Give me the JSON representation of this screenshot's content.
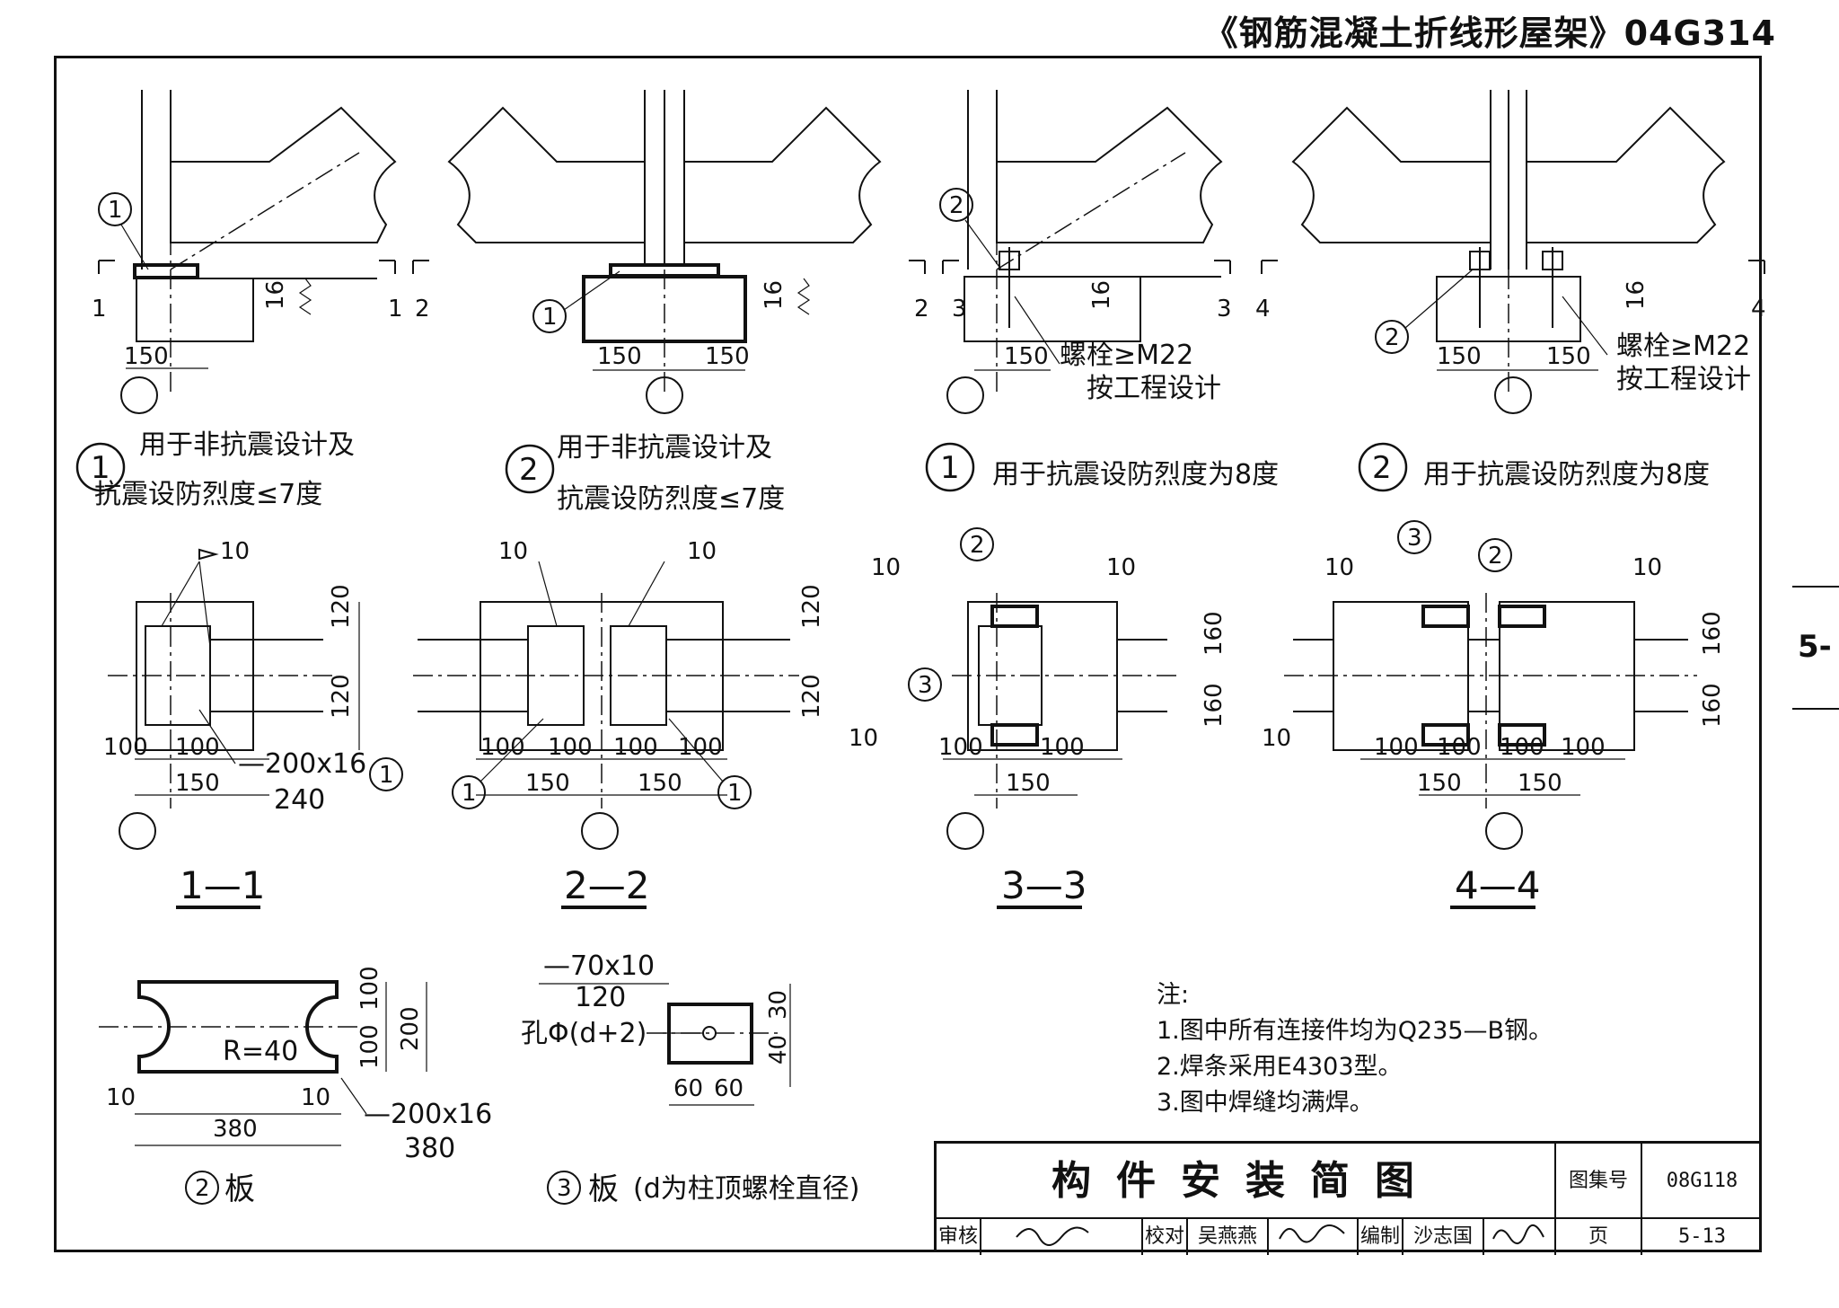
{
  "header": {
    "sheet_title": "《钢筋混凝土折线形屋架》04G314"
  },
  "side_tab": {
    "label": "5-"
  },
  "details": {
    "d1": {
      "num": "1",
      "caption_l1": "用于非抗震设计及",
      "caption_l2": "抗震设防烈度≤7度",
      "cut": "1",
      "dim150": "150",
      "dim16": "16",
      "callout": "1"
    },
    "d2": {
      "num": "2",
      "caption_l1": "用于非抗震设计及",
      "caption_l2": "抗震设防烈度≤7度",
      "cut": "2",
      "dim150a": "150",
      "dim150b": "150",
      "dim16": "16",
      "callout": "1"
    },
    "d3": {
      "num": "1",
      "caption": "用于抗震设防烈度为8度",
      "cut": "3",
      "dim150": "150",
      "dim16": "16",
      "callout": "2",
      "bolt": "螺栓≥M22",
      "bolt_note": "按工程设计"
    },
    "d4": {
      "num": "2",
      "caption": "用于抗震设防烈度为8度",
      "cut": "4",
      "dim150a": "150",
      "dim150b": "150",
      "dim16": "16",
      "callout": "2",
      "bolt": "螺栓≥M22",
      "bolt_note": "按工程设计"
    }
  },
  "sections": {
    "s1": {
      "label": "1—1",
      "weld": "10",
      "d120a": "120",
      "d120b": "120",
      "d100a": "100",
      "d100b": "100",
      "d150": "150",
      "plate": "—200x16",
      "d240": "240",
      "callout": "1"
    },
    "s2": {
      "label": "2—2",
      "weld_l": "10",
      "weld_r": "10",
      "d120a": "120",
      "d120b": "120",
      "d100": [
        "100",
        "100",
        "100",
        "100"
      ],
      "d150a": "150",
      "d150b": "150",
      "callout_l": "1",
      "callout_r": "1"
    },
    "s3": {
      "label": "3—3",
      "weld_l": "10",
      "weld_r": "10",
      "weld_b": "10",
      "d160a": "160",
      "d160b": "160",
      "d100a": "100",
      "d100b": "100",
      "d150": "150",
      "callout_top": "2",
      "callout_side": "3"
    },
    "s4": {
      "label": "4—4",
      "weld_l": "10",
      "weld_r": "10",
      "weld_b": "10",
      "d160a": "160",
      "d160b": "160",
      "d100": [
        "100",
        "100",
        "100",
        "100"
      ],
      "d150a": "150",
      "d150b": "150",
      "callout_a": "3",
      "callout_b": "2"
    }
  },
  "plate2": {
    "num": "2",
    "title": "板",
    "d100a": "100",
    "d100b": "100",
    "d200": "200",
    "radius": "R=40",
    "d10a": "10",
    "d10b": "10",
    "d380": "380",
    "spec": "—200x16",
    "spec_len": "380"
  },
  "plate3": {
    "num": "3",
    "title": "板",
    "subtitle": "(d为柱顶螺栓直径)",
    "spec": "—70x10",
    "spec_len": "120",
    "hole": "孔Φ(d+2)",
    "d30": "30",
    "d40": "40",
    "d60a": "60",
    "d60b": "60"
  },
  "notes": {
    "heading": "注:",
    "items": [
      "1.图中所有连接件均为Q235—B钢。",
      "2.焊条采用E4303型。",
      "3.图中焊缝均满焊。"
    ]
  },
  "title_block": {
    "drawing_title": "构件安装简图",
    "atlas_label": "图集号",
    "atlas_no": "08G118",
    "review_label": "审核",
    "check_label": "校对",
    "check_name": "吴燕燕",
    "draw_label": "编制",
    "draw_name": "沙志国",
    "page_label": "页",
    "page_no": "5-13"
  }
}
